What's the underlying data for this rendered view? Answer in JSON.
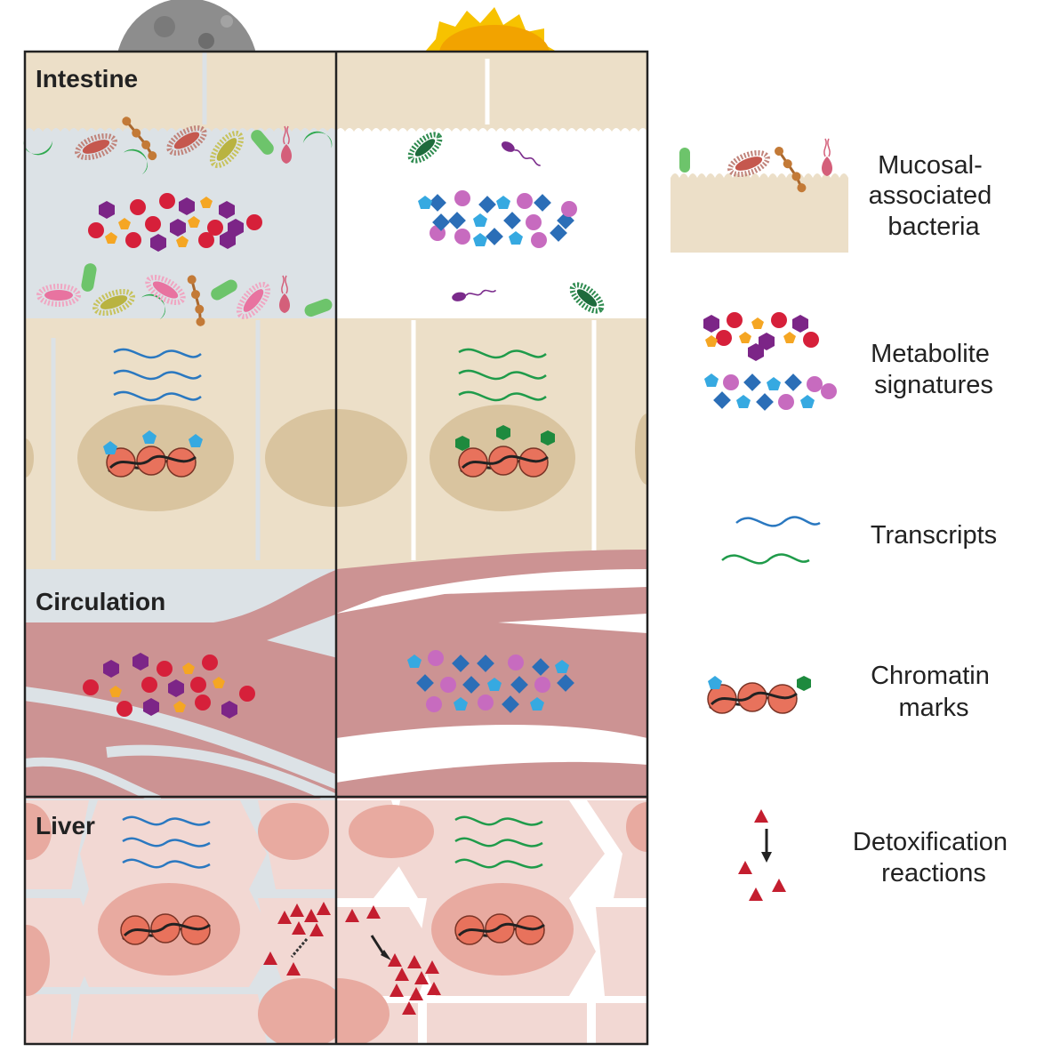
{
  "labels": {
    "intestine": "Intestine",
    "circulation": "Circulation",
    "liver": "Liver"
  },
  "legend": {
    "mucosal": [
      "Mucosal-",
      "associated",
      "bacteria"
    ],
    "metabolite": [
      "Metabolite",
      "signatures"
    ],
    "transcripts": [
      "Transcripts"
    ],
    "chromatin": [
      "Chromatin",
      "marks"
    ],
    "detox": [
      "Detoxification",
      "reactions"
    ]
  },
  "colors": {
    "night_lumen": "#dce2e6",
    "tissue": "#ecdfc8",
    "tissue_dark": "#dccbab",
    "nucleus": "#d9c49f",
    "vessel": "#cc9393",
    "liver": "#f2d8d3",
    "liver_nucleus": "#e8aaa0",
    "blue": "#2a78c0",
    "green": "#1f9b4a",
    "red": "#d6203a",
    "purple": "#7c2587",
    "orange": "#f5a623",
    "sky": "#36a9e1",
    "diamond": "#2b6eb7",
    "pink": "#c76bbf",
    "detox_red": "#b8182a",
    "moon": "#8d8d8d",
    "sun": "#f7c200"
  },
  "icons": [
    "moon-icon",
    "sun-icon"
  ]
}
